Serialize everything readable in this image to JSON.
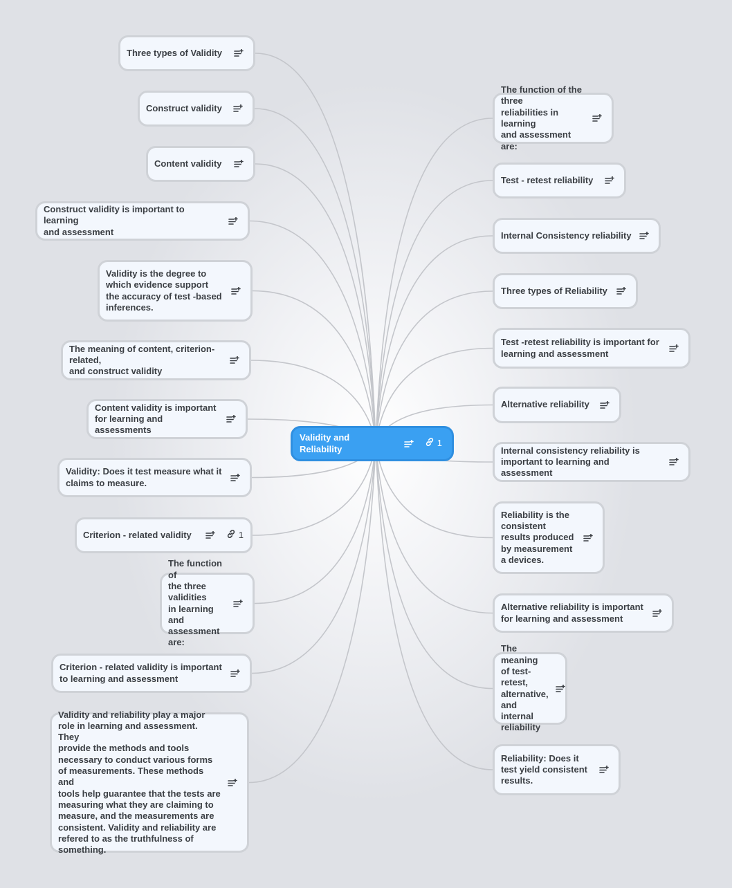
{
  "map": {
    "root": {
      "label": "Validity and Reliability",
      "link_count": "1"
    },
    "left_nodes": [
      {
        "id": "three-types-validity",
        "label": "Three types of Validity"
      },
      {
        "id": "construct-validity",
        "label": "Construct validity"
      },
      {
        "id": "content-validity",
        "label": "Content validity"
      },
      {
        "id": "construct-validity-important",
        "label": "Construct validity is important to learning\nand assessment"
      },
      {
        "id": "validity-degree",
        "label": "Validity is the degree to\nwhich evidence support\nthe accuracy of test -based\ninferences."
      },
      {
        "id": "meaning-validity",
        "label": "The meaning of content, criterion-related,\nand construct validity"
      },
      {
        "id": "content-validity-important",
        "label": "Content validity is important\nfor learning and assessments"
      },
      {
        "id": "validity-does-it",
        "label": "Validity: Does it test measure what it\nclaims to measure."
      },
      {
        "id": "criterion-validity",
        "label": "Criterion - related validity",
        "link_count": "1"
      },
      {
        "id": "function-validities",
        "label": "The function of\nthe three validities\nin  learning and\nassessment are:"
      },
      {
        "id": "criterion-validity-important",
        "label": "Criterion - related validity is important\nto learning and assessment"
      },
      {
        "id": "validity-reliability-role",
        "label": "Validity and reliability play a major\nrole in learning and assessment. They\nprovide the methods and tools\nnecessary to conduct various forms\nof measurements. These methods and\ntools help guarantee that the tests are\nmeasuring what they are claiming to\nmeasure, and the measurements are\nconsistent. Validity and reliability are\nrefered to as the truthfulness of\nsomething."
      }
    ],
    "right_nodes": [
      {
        "id": "function-reliabilities",
        "label": "The function of the three\nreliabilities in learning\nand assessment are:"
      },
      {
        "id": "test-retest",
        "label": "Test - retest reliability"
      },
      {
        "id": "internal-consistency",
        "label": "Internal Consistency reliability"
      },
      {
        "id": "three-types-reliability",
        "label": "Three types of Reliability"
      },
      {
        "id": "test-retest-important",
        "label": "Test -retest reliability is important for\nlearning and assessment"
      },
      {
        "id": "alternative-reliability",
        "label": "Alternative reliability"
      },
      {
        "id": "internal-consistency-important",
        "label": "Internal consistency reliability is\nimportant to learning and assessment"
      },
      {
        "id": "reliability-consistent",
        "label": "Reliability is the\nconsistent\nresults produced\nby measurement\na devices."
      },
      {
        "id": "alternative-important",
        "label": "Alternative reliability is important\nfor learning and assessment"
      },
      {
        "id": "meaning-reliability",
        "label": "The meaning\nof test-retest,\nalternative,\nand internal\nreliability"
      },
      {
        "id": "reliability-does-it",
        "label": "Reliability: Does it\ntest yield consistent\nresults."
      }
    ]
  },
  "icons": {
    "notes": "notes-add-icon",
    "link": "link-icon"
  },
  "colors": {
    "root_fill": "#3aa0f2",
    "node_fill": "#f3f7fd",
    "node_border": "#cfd2d7",
    "connector": "#c4c6cb",
    "text": "#3b3f44"
  }
}
